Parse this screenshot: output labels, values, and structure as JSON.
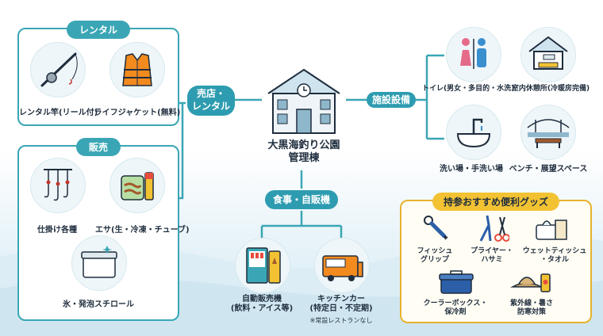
{
  "center": {
    "title": "大黒海釣り公園\n管理棟"
  },
  "shop_pill": {
    "label": "売店・\nレンタル"
  },
  "facility_pill": {
    "label": "施設設備"
  },
  "food_pill": {
    "label": "食事・自販機"
  },
  "rental": {
    "title": "レンタル",
    "items": [
      {
        "label": "レンタル竿(リール付)",
        "icon": "fishing-rod-icon"
      },
      {
        "label": "ライフジャケット(無料)",
        "icon": "life-jacket-icon"
      }
    ]
  },
  "sales": {
    "title": "販売",
    "items": [
      {
        "label": "仕掛け各種",
        "icon": "fishing-hooks-icon"
      },
      {
        "label": "エサ(生・冷凍・チューブ)",
        "icon": "bait-icon"
      },
      {
        "label": "氷・発泡スチロール",
        "icon": "cooler-box-icon"
      }
    ]
  },
  "facilities": {
    "items": [
      {
        "label": "トイレ(男女・多目的・水洗)",
        "icon": "toilet-icon"
      },
      {
        "label": "室内休憩所(冷暖房完備)",
        "icon": "rest-house-icon"
      },
      {
        "label": "洗い場・手洗い場",
        "icon": "sink-icon"
      },
      {
        "label": "ベンチ・展望スペース",
        "icon": "bench-icon"
      }
    ]
  },
  "food": {
    "items": [
      {
        "label": "自動販売機\n(飲料・アイス等)",
        "icon": "vending-machine-icon"
      },
      {
        "label": "キッチンカー\n(特定日・不定期)",
        "note": "※常設レストランなし",
        "icon": "food-truck-icon"
      }
    ]
  },
  "goods": {
    "title": "持参おすすめ便利グッズ",
    "items": [
      {
        "label": "フィッシュ\nグリップ",
        "icon": "fish-grip-icon"
      },
      {
        "label": "プライヤー・\nハサミ",
        "icon": "pliers-icon"
      },
      {
        "label": "ウェットティッシュ\n・タオル",
        "icon": "wet-tissue-icon"
      },
      {
        "label": "クーラーボックス・\n保冷剤",
        "icon": "cooler-icon"
      },
      {
        "label": "紫外線・暑さ\n防寒対策",
        "icon": "hat-sunscreen-icon"
      }
    ]
  },
  "colors": {
    "teal": "#3aa6b5",
    "gold": "#e7b22e",
    "navy": "#1f2d3d"
  }
}
